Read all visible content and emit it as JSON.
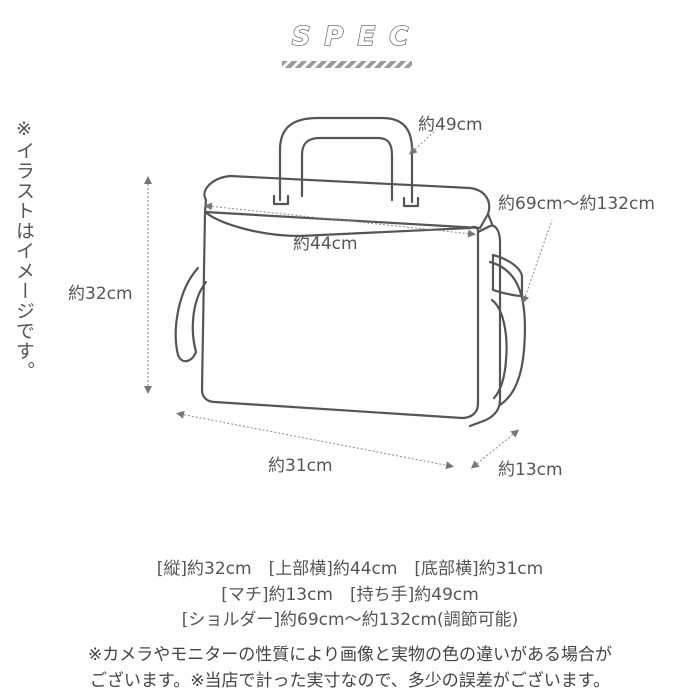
{
  "header": {
    "title": "SPEC"
  },
  "side_note": "※イラストはイメージです。",
  "dimensions": {
    "handle": "約49cm",
    "shoulder": "約69cm〜約132cm",
    "top_width": "約44cm",
    "height": "約32cm",
    "bottom_width": "約31cm",
    "gusset": "約13cm"
  },
  "spec_lines": [
    "[縦]約32cm　[上部横]約44cm　[底部横]約31cm",
    "[マチ]約13cm　[持ち手]約49cm",
    "[ショルダー]約69cm〜約132cm(調節可能)"
  ],
  "notes": [
    "※カメラやモニターの性質により画像と実物の色の違いがある場合が",
    "ございます。※当店で計った実寸なので、多少の誤差がございます。"
  ],
  "colors": {
    "outline": "#555555",
    "dimension_line": "#888888"
  }
}
